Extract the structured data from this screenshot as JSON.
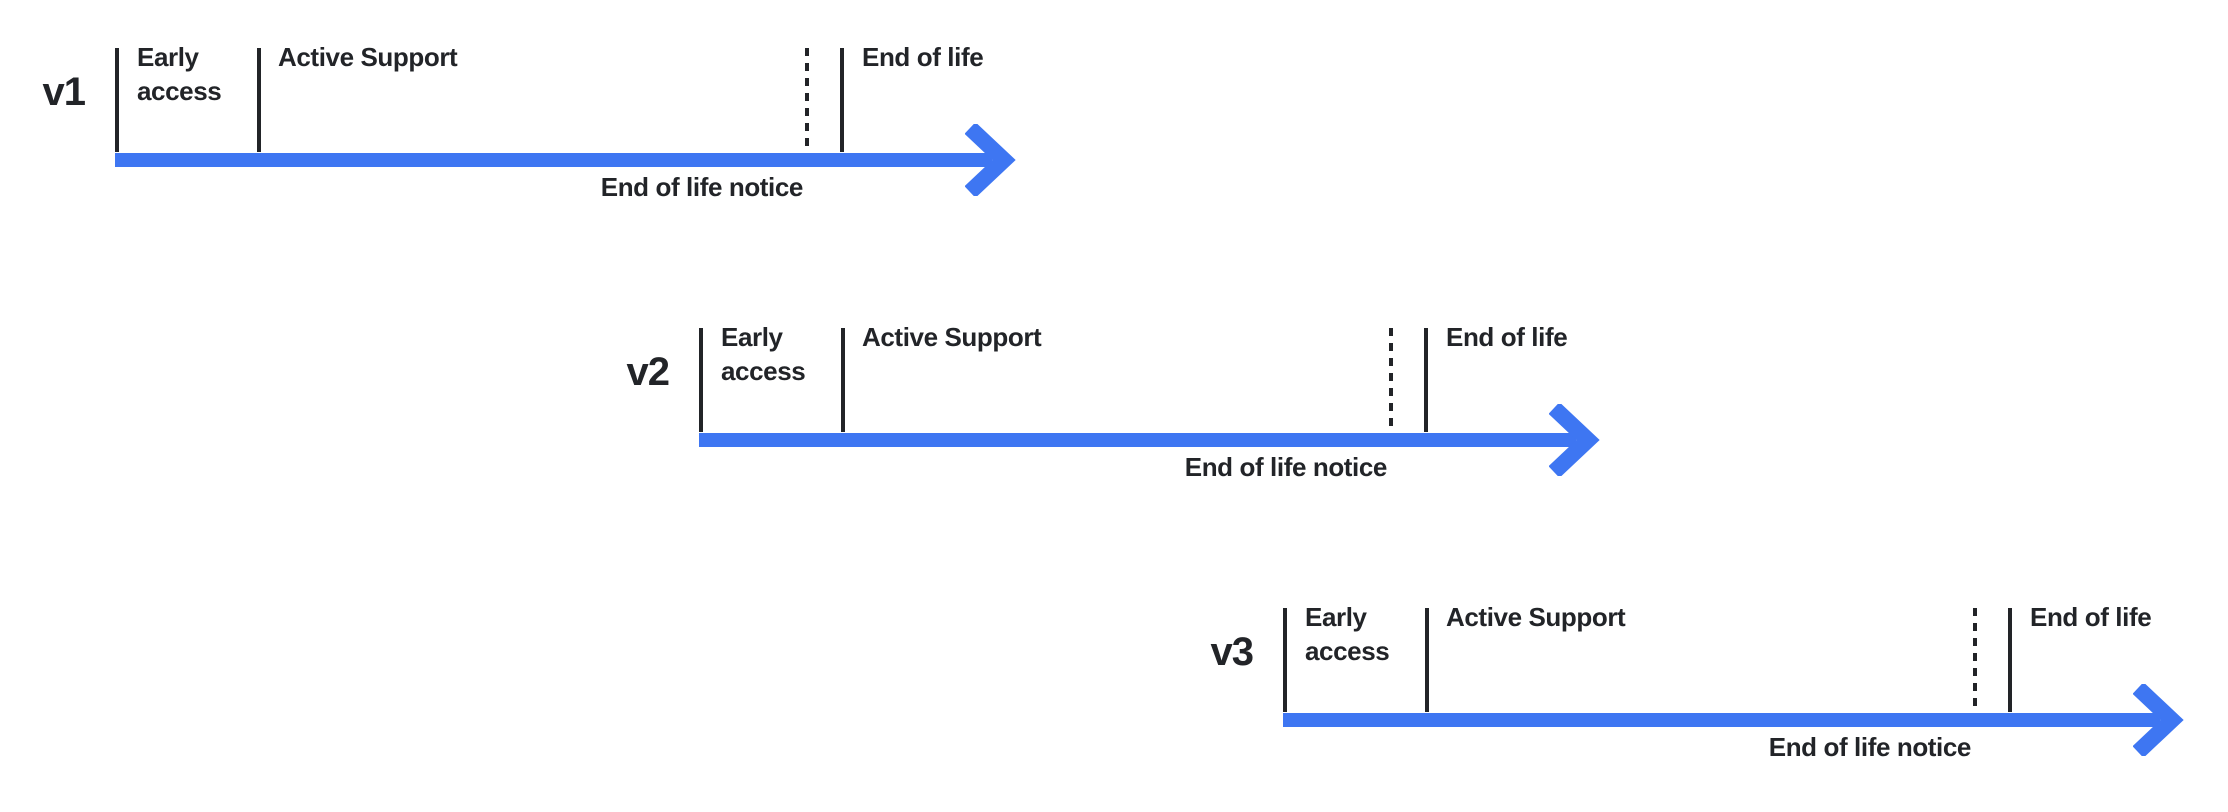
{
  "theme": {
    "background": "#ffffff",
    "accent_blue": "#3e76f2",
    "ink": "#222428"
  },
  "timelines": [
    {
      "version": "v1",
      "phases": {
        "early_access": "Early access",
        "active_support": "Active Support",
        "end_of_life": "End of life",
        "end_of_life_notice": "End of life notice"
      }
    },
    {
      "version": "v2",
      "phases": {
        "early_access": "Early access",
        "active_support": "Active Support",
        "end_of_life": "End of life",
        "end_of_life_notice": "End of life notice"
      }
    },
    {
      "version": "v3",
      "phases": {
        "early_access": "Early access",
        "active_support": "Active Support",
        "end_of_life": "End of life",
        "end_of_life_notice": "End of life notice"
      }
    }
  ]
}
